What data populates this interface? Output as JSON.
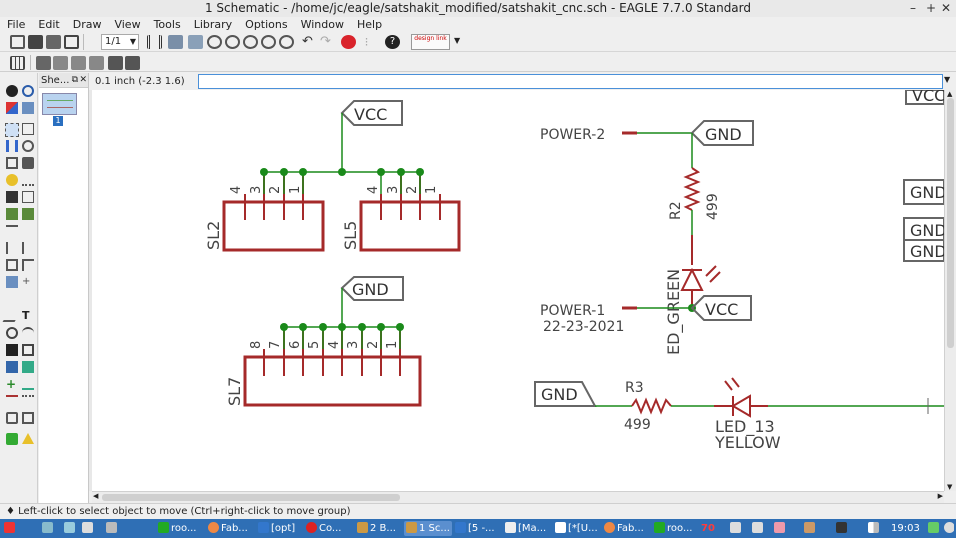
{
  "window": {
    "title": "1 Schematic - /home/jc/eagle/satshakit_modified/satshakit_cnc.sch - EAGLE 7.7.0 Standard",
    "minimize": "–",
    "maximize": "+",
    "close": "✕"
  },
  "menu": [
    "File",
    "Edit",
    "Draw",
    "View",
    "Tools",
    "Library",
    "Options",
    "Window",
    "Help"
  ],
  "toolbar": {
    "sheet_select": "1/1",
    "design_link": "design link"
  },
  "command": {
    "grid_coords": "0.1 inch (-2.3 1.6)",
    "input_value": ""
  },
  "sheets_panel": {
    "title": "She...",
    "sheet_number": "1"
  },
  "schematic": {
    "vcc_label": "VCC",
    "gnd_label": "GND",
    "sl2": {
      "name": "SL2",
      "pins": [
        "4",
        "3",
        "2",
        "1"
      ]
    },
    "sl5": {
      "name": "SL5",
      "pins": [
        "4",
        "3",
        "2",
        "1"
      ]
    },
    "sl7": {
      "name": "SL7",
      "pins": [
        "8",
        "7",
        "6",
        "5",
        "4",
        "3",
        "2",
        "1"
      ]
    },
    "power2": "POWER-2",
    "power1": "POWER-1",
    "date": "22-23-2021",
    "r2_name": "R2",
    "r2_value": "499",
    "led_green": "ED_GREEN",
    "r3_name": "R3",
    "r3_value": "499",
    "led13_name": "LED_13",
    "led13_value": "YELLOW",
    "right_vcc": "VCC",
    "right_gnd": "GND"
  },
  "status": {
    "hint": "Left-click to select object to move (Ctrl+right-click to move group)"
  },
  "taskbar": {
    "tasks": [
      "roo...",
      "Fab...",
      "[opt]",
      "Co...",
      "2 B...",
      "1 Sc...",
      "[5 -...",
      "[Ma...",
      "[*[U...",
      "Fab...",
      "roo..."
    ],
    "badge": "70",
    "clock": "19:03"
  },
  "colors": {
    "wire": "#1a8a1a",
    "symbol": "#a52a2a",
    "label_frame": "#555555",
    "taskbar": "#2f6fb5"
  }
}
